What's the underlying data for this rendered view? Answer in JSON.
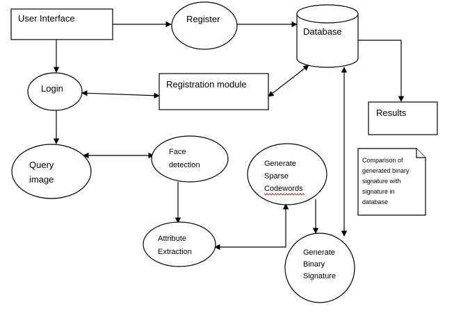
{
  "diagram": {
    "nodes": {
      "user_interface": "User Interface",
      "register": "Register",
      "database": "Database",
      "login": "Login",
      "registration_module": "Registration module",
      "results": "Results",
      "query_image": [
        "Query",
        "image"
      ],
      "face_detection": [
        "Face",
        "detection"
      ],
      "generate_sparse_codewords": [
        "Generate",
        "Sparse",
        "Codewords"
      ],
      "attribute_extraction": [
        "Attribute",
        "Extraction"
      ],
      "generate_binary_signature": [
        "Generate",
        "Binary",
        "Signature"
      ]
    },
    "note": {
      "lines": [
        "Comparison of",
        "generated binary",
        "signature with",
        "signature in",
        "database"
      ]
    },
    "connections": [
      {
        "from": "User Interface",
        "to": "Register"
      },
      {
        "from": "Register",
        "to": "Database"
      },
      {
        "from": "User Interface",
        "to": "Login"
      },
      {
        "from": "Login",
        "to": "Registration module",
        "bidirectional": true
      },
      {
        "from": "Registration module",
        "to": "Database",
        "bidirectional": true
      },
      {
        "from": "Database",
        "to": "Results"
      },
      {
        "from": "Login",
        "to": "Query image"
      },
      {
        "from": "Query image",
        "to": "Face detection",
        "bidirectional": true
      },
      {
        "from": "Face detection",
        "to": "Attribute Extraction"
      },
      {
        "from": "Attribute Extraction",
        "to": "Generate Sparse Codewords",
        "bidirectional": true
      },
      {
        "from": "Generate Sparse Codewords",
        "to": "Generate Binary Signature"
      },
      {
        "from": "Generate Binary Signature",
        "to": "Database",
        "bidirectional": true
      }
    ],
    "colors": {
      "stroke": "#000000",
      "background": "#ffffff",
      "spellcheck_underline": "#d00000"
    }
  }
}
